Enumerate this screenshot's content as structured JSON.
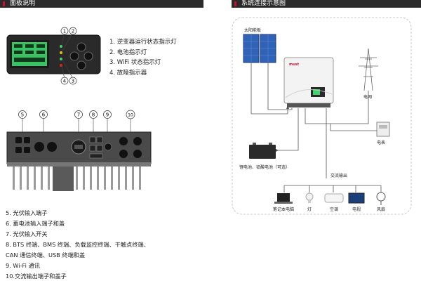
{
  "headers": {
    "left": "面板说明",
    "right": "系统连接示意图"
  },
  "panel_callouts": [
    "1",
    "2",
    "3",
    "4"
  ],
  "panel_items": [
    "1.  逆变器运行状态指示灯",
    "2.  电池指示灯",
    "3.  WiFi 状态指示灯",
    "4.  故障指示器"
  ],
  "port_callouts": [
    "5",
    "6",
    "7",
    "8",
    "9",
    "10"
  ],
  "port_items": [
    "5.  光伏输入端子",
    "6.  蓄电池输入端子和盖",
    "7.  光伏输入开关",
    "8.  BTS 终端、BMS 终端、负载监控终端、干触点终端、",
    "     CAN 通信终端、USB 终端和盖",
    "9.  Wi-Fi 通讯",
    "10.交流输出端子和盖子"
  ],
  "diagram": {
    "solar_label": "太阳能板",
    "grid_label": "电网",
    "meter_label": "电表",
    "battery_label": "锂电池、铅酸电池（可选）",
    "ac_output_label": "交流输出",
    "brand": "must",
    "loads": [
      "笔记本电脑",
      "灯",
      "空调",
      "电视",
      "风扇"
    ]
  },
  "colors": {
    "header_bg": "#2b2b2b",
    "accent": "#c8102e",
    "lcd_green": "#3fd46b",
    "panel_blue": "#2f63b8"
  }
}
